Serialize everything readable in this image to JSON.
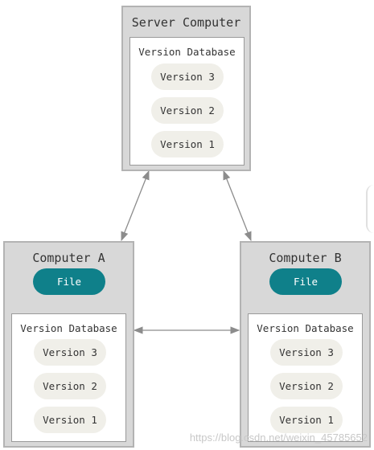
{
  "server": {
    "title": "Server Computer",
    "database": {
      "title": "Version Database",
      "versions": [
        "Version 3",
        "Version 2",
        "Version 1"
      ]
    }
  },
  "computer_a": {
    "title": "Computer A",
    "file_label": "File",
    "database": {
      "title": "Version Database",
      "versions": [
        "Version 3",
        "Version 2",
        "Version 1"
      ]
    }
  },
  "computer_b": {
    "title": "Computer B",
    "file_label": "File",
    "database": {
      "title": "Version Database",
      "versions": [
        "Version 3",
        "Version 2",
        "Version 1"
      ]
    }
  },
  "watermark": "https://blog.csdn.net/weixin_45785652",
  "colors": {
    "computer_bg": "#d8d8d8",
    "file_accent": "#0f808a",
    "version_pill": "#f0efe9",
    "arrow": "#8c8c8c"
  }
}
